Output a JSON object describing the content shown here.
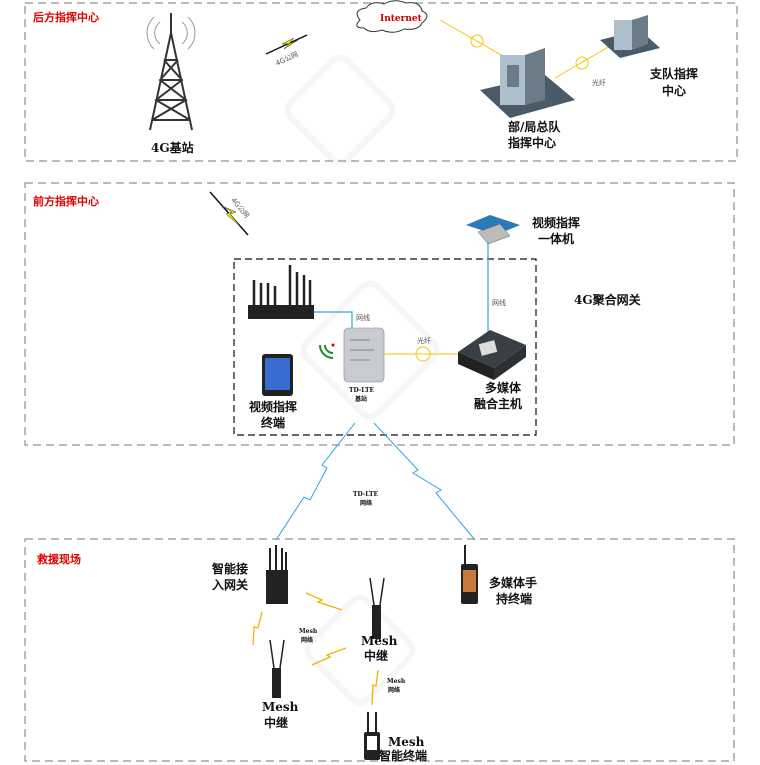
{
  "sections": {
    "rear": "后方指挥中心",
    "front": "前方指挥中心",
    "site": "救援现场"
  },
  "rear": {
    "tower_label": "4G基站",
    "public_net_label": "4G公网",
    "internet_label": "Internet",
    "hq_label_1": "部/局总队",
    "hq_label_2": "指挥中心",
    "branch_label_1": "支队指挥",
    "branch_label_2": "中心",
    "fiber_label": "光纤"
  },
  "front": {
    "public_net_label": "4G公网",
    "video_cmd_unit_1": "视频指挥",
    "video_cmd_unit_2": "一体机",
    "cable_label_1": "网线",
    "cable_label_2": "网线",
    "gateway_label": "4G聚合网关",
    "fiber_label": "光纤",
    "tdlte_label_1": "TD-LTE",
    "tdlte_label_2": "基站",
    "fusion_host_1": "多媒体",
    "fusion_host_2": "融合主机",
    "video_terminal_1": "视频指挥",
    "video_terminal_2": "终端"
  },
  "link": {
    "tdlte_net_1": "TD-LTE",
    "tdlte_net_2": "网络"
  },
  "site": {
    "gateway_1": "智能接",
    "gateway_2": "入网关",
    "mesh_net_1a": "Mesh",
    "mesh_net_1b": "网络",
    "mesh_relay_a_1": "Mesh",
    "mesh_relay_a_2": "中继",
    "mesh_relay_b_1": "Mesh",
    "mesh_relay_b_2": "中继",
    "mesh_net_2a": "Mesh",
    "mesh_net_2b": "网络",
    "mesh_terminal_1": "Mesh",
    "mesh_terminal_2": "智能终端",
    "handheld_1": "多媒体手",
    "handheld_2": "持终端"
  },
  "colors": {
    "section_title": "#e00000",
    "fiber": "#f5c400",
    "cable": "#2aa8d8",
    "wireless_yellow": "#f0b400",
    "dash": "#666666"
  }
}
